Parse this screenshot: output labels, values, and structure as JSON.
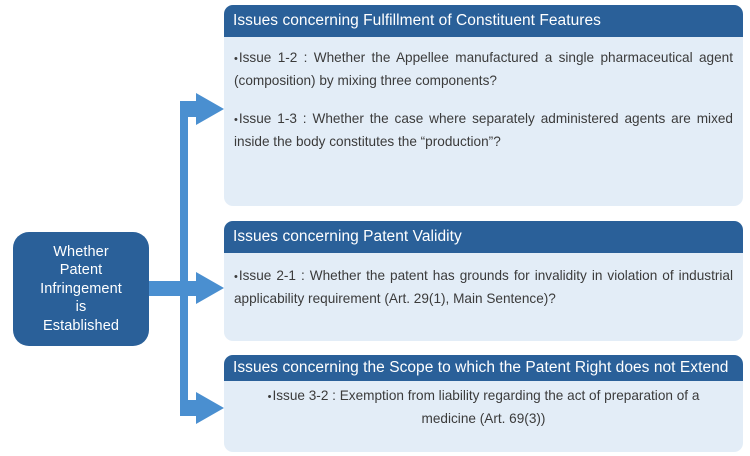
{
  "diagram": {
    "type": "flowchart",
    "colors": {
      "node_blue": "#2A6099",
      "panel_body_blue": "#E3EDF7",
      "connector_blue": "#4A8FD0",
      "header_text": "#FFFFFF",
      "body_text": "#3B3B3B"
    },
    "root": {
      "label": "Whether\nPatent\nInfringement\nis\nEstablished"
    },
    "branches": [
      {
        "id": "branch-1",
        "header": "Issues concerning Fulfillment of Constituent Features",
        "align": "justify",
        "items": [
          "Issue 1-2 : Whether the Appellee manufactured a single pharmaceutical agent (composition) by mixing three components?",
          "Issue 1-3 : Whether the case where separately administered agents are mixed inside the body constitutes the “production”?"
        ]
      },
      {
        "id": "branch-2",
        "header": "Issues concerning Patent Validity",
        "align": "justify",
        "items": [
          "Issue 2-1 : Whether the patent has grounds for invalidity in violation of industrial applicability requirement (Art. 29(1), Main Sentence)?"
        ]
      },
      {
        "id": "branch-3",
        "header": "Issues concerning the Scope to which the Patent Right does not Extend",
        "align": "center",
        "items": [
          "Issue 3-2 : Exemption from liability regarding the act of preparation of a medicine (Art. 69(3))"
        ]
      }
    ],
    "connectors": [
      {
        "name": "arrow-to-branch-1",
        "shape": "elbow-up-right"
      },
      {
        "name": "arrow-to-branch-2",
        "shape": "straight-right"
      },
      {
        "name": "arrow-to-branch-3",
        "shape": "elbow-down-right"
      }
    ]
  }
}
